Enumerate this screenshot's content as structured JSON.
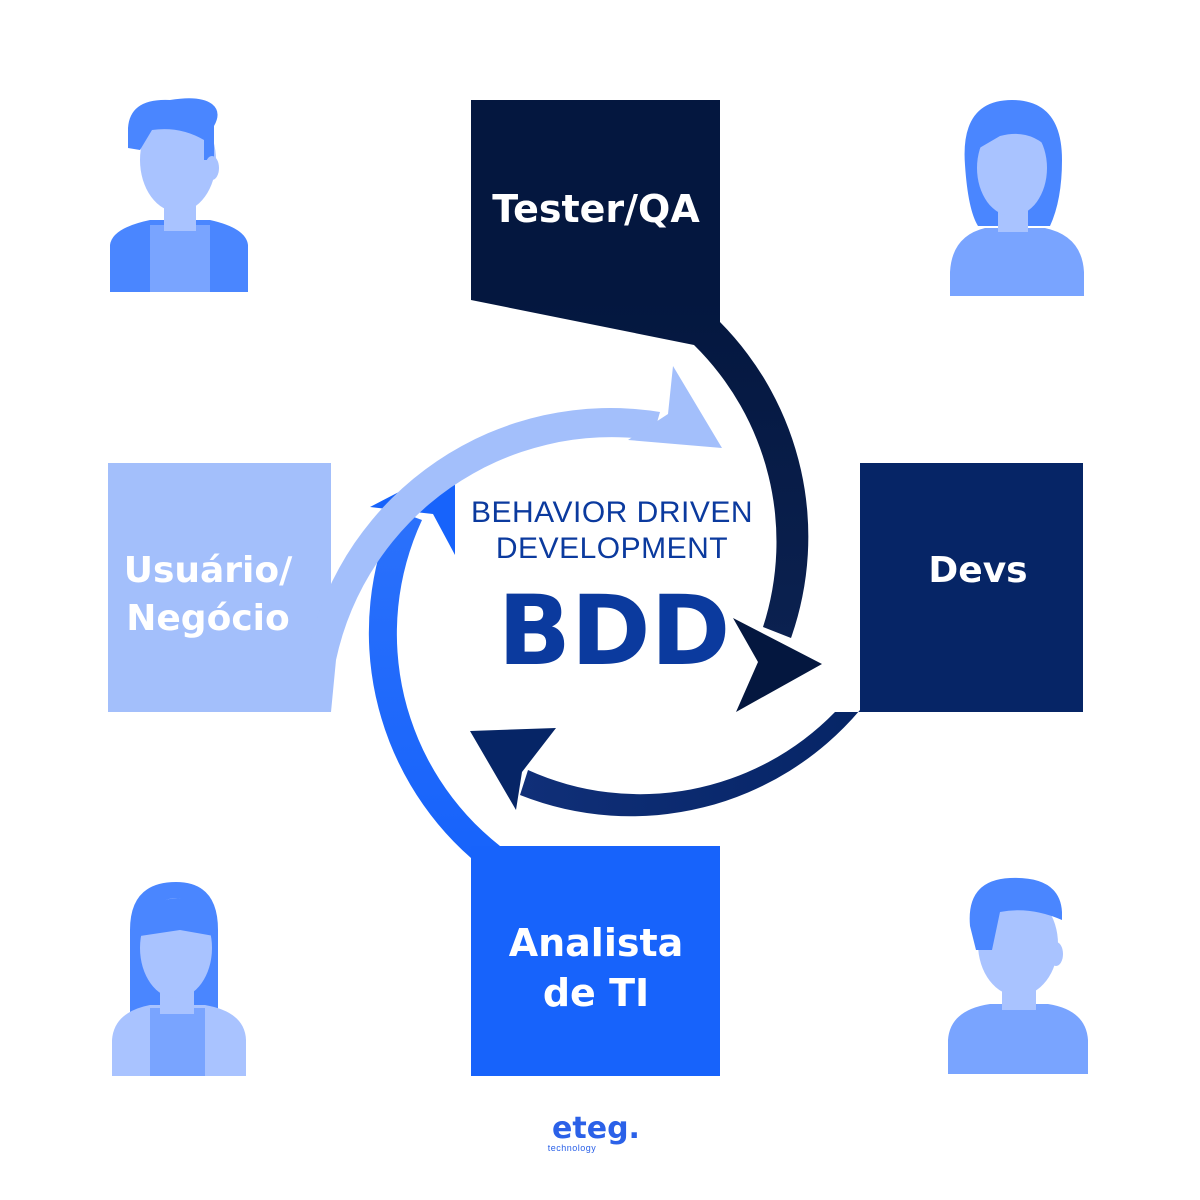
{
  "center": {
    "subtitle_line1": "BEHAVIOR DRIVEN",
    "subtitle_line2": "DEVELOPMENT",
    "acronym": "BDD"
  },
  "roles": {
    "tester": {
      "line1": "Tester/QA"
    },
    "devs": {
      "line1": "Devs"
    },
    "analyst": {
      "line1": "Analista",
      "line2": "de TI"
    },
    "user": {
      "line1": "Usuário/",
      "line2": "Negócio"
    }
  },
  "logo": {
    "text": "eteg.",
    "tagline": "technology"
  },
  "colors": {
    "tester": "#04173f",
    "devs": "#062566",
    "analyst": "#1763fb",
    "user": "#a3bffb",
    "avatar_dark": "#4a86ff",
    "avatar_light": "#a9c3ff",
    "avatar_mid": "#79a4ff",
    "accent_text": "#0b3a9e"
  }
}
